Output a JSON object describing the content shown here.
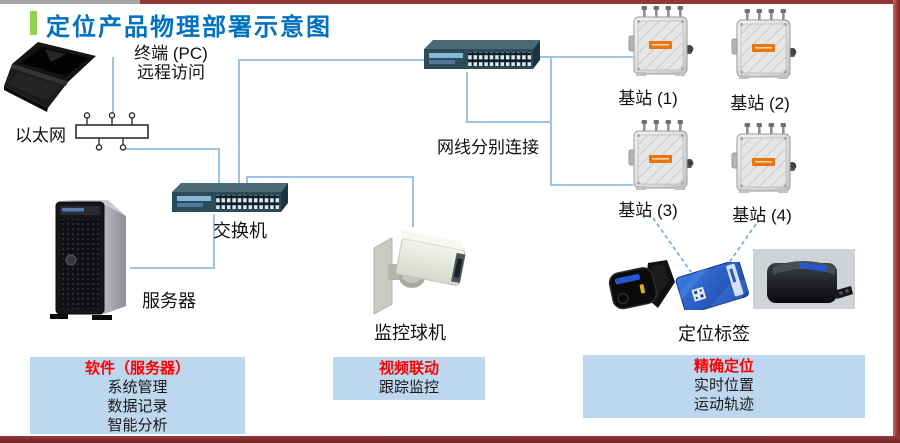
{
  "title": {
    "text": "定位产品物理部署示意图"
  },
  "labels": {
    "terminal_line1": "终端 (PC)",
    "terminal_line2": "远程访问",
    "ethernet": "以太网",
    "cabling_note": "网线分别连接",
    "switch": "交换机",
    "server": "服务器",
    "camera": "监控球机",
    "tags": "定位标签",
    "bs1": "基站 (1)",
    "bs2": "基站 (2)",
    "bs3": "基站 (3)",
    "bs4": "基站 (4)"
  },
  "callouts": {
    "software": {
      "title": "软件（服务器）",
      "lines": [
        "系统管理",
        "数据记录",
        "智能分析"
      ]
    },
    "video": {
      "title": "视频联动",
      "lines": [
        "跟踪监控"
      ]
    },
    "locating": {
      "title": "精确定位",
      "lines": [
        "实时位置",
        "运动轨迹"
      ]
    }
  },
  "colors": {
    "title_blue": "#0070C0",
    "accent_green": "#92D050",
    "callout_fill": "#BDD7EE",
    "heading_red": "#FF0000",
    "cable_blue": "#9DC3E6",
    "frame_maroon": "#943634",
    "frame_gray": "#A6A6A6",
    "basestation_orange": "#E8760A"
  }
}
